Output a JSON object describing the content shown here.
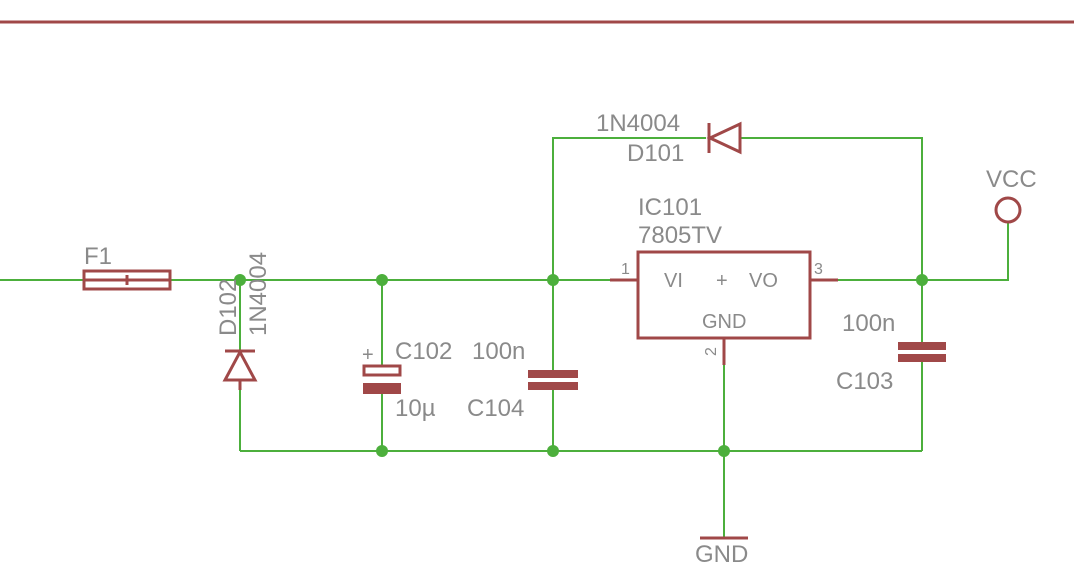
{
  "components": {
    "fuse": {
      "name": "F1"
    },
    "d102": {
      "name": "D102",
      "value": "1N4004"
    },
    "c102": {
      "name": "C102",
      "value": "10µ",
      "polarity": "+"
    },
    "c104": {
      "name": "C104",
      "value": "100n"
    },
    "ic101": {
      "name": "IC101",
      "value": "7805TV",
      "pins": {
        "vi": "VI",
        "vo": "VO",
        "gnd": "GND",
        "plus": "+"
      },
      "pin_numbers": {
        "vi": "1",
        "vo": "3",
        "gnd": "2"
      }
    },
    "d101": {
      "name": "D101",
      "value": "1N4004"
    },
    "c103": {
      "name": "C103",
      "value": "100n"
    }
  },
  "power": {
    "vcc": "VCC",
    "gnd": "GND"
  },
  "colors": {
    "wire": "#4caf3c",
    "part": "#a04848",
    "text": "#8a8a8a",
    "frame": "#a04848"
  }
}
